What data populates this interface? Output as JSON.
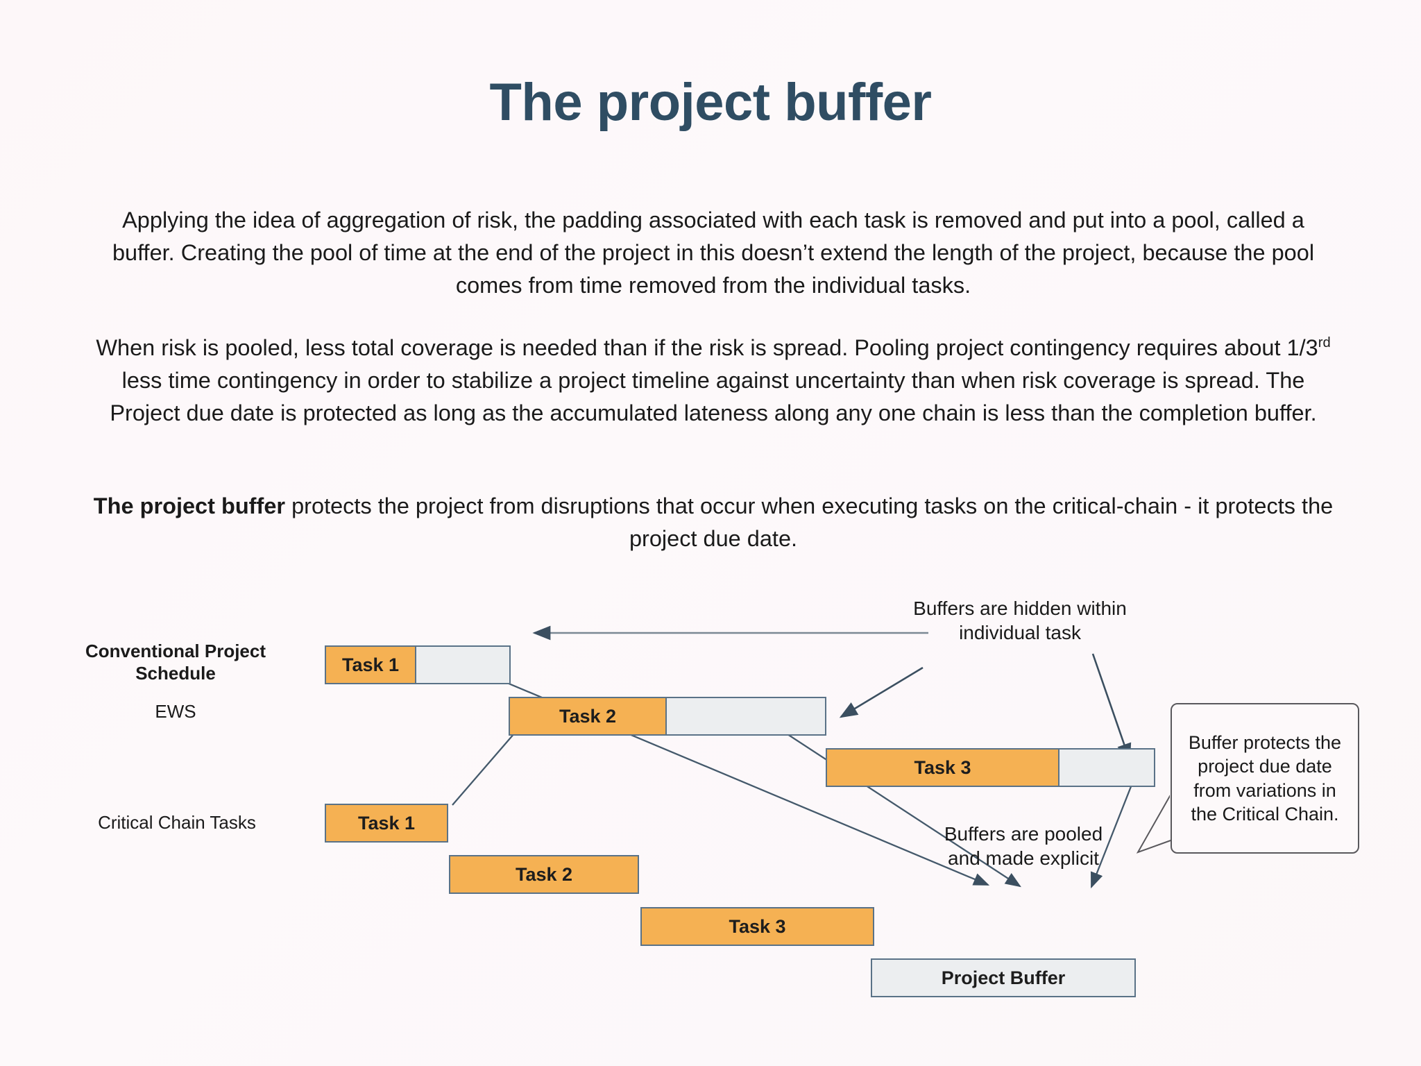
{
  "slide": {
    "title": "The project buffer",
    "background_color": "#fdf8fa",
    "title_color": "#2f4d63"
  },
  "paragraphs": {
    "p1": "Applying the idea of aggregation of risk, the padding associated with each task is removed and put into a pool, called a buffer. Creating the pool of time at the end of the project in this doesn’t extend the length of the project, because the pool comes from time removed from the individual tasks.",
    "p2_a": "When risk is pooled, less total coverage is needed than if the risk is spread.  Pooling project contingency requires about 1/3",
    "p2_sup": "rd",
    "p2_b": " less time contingency in order to stabilize a project timeline against uncertainty than when risk coverage is spread. The Project due date is protected as long as the accumulated lateness along any one chain is less than the completion buffer.",
    "p3_bold": "The project buffer",
    "p3_rest": " protects the project from disruptions that occur when executing tasks on the critical-chain - it protects the project due date."
  },
  "diagram": {
    "labels": {
      "conventional_line1": "Conventional Project",
      "conventional_line2": "Schedule",
      "ews": "EWS",
      "critical_chain": "Critical Chain Tasks"
    },
    "conventional_bars": [
      {
        "task": "Task 1",
        "buffer": ""
      },
      {
        "task": "Task 2",
        "buffer": ""
      },
      {
        "task": "Task 3",
        "buffer": ""
      }
    ],
    "critical_bars": [
      {
        "task": "Task 1"
      },
      {
        "task": "Task 2"
      },
      {
        "task": "Task 3"
      }
    ],
    "project_buffer": "Project Buffer",
    "annotations": {
      "hidden_line1": "Buffers are hidden within",
      "hidden_line2": "individual task",
      "pooled_line1": "Buffers are pooled",
      "pooled_line2": "and made explicit",
      "callout": "Buffer protects the project due date from variations in the Critical Chain."
    },
    "colors": {
      "task_fill": "#f5b153",
      "buffer_fill": "#eceef0",
      "bar_border": "#5a7287",
      "arrow": "#44596b"
    }
  }
}
